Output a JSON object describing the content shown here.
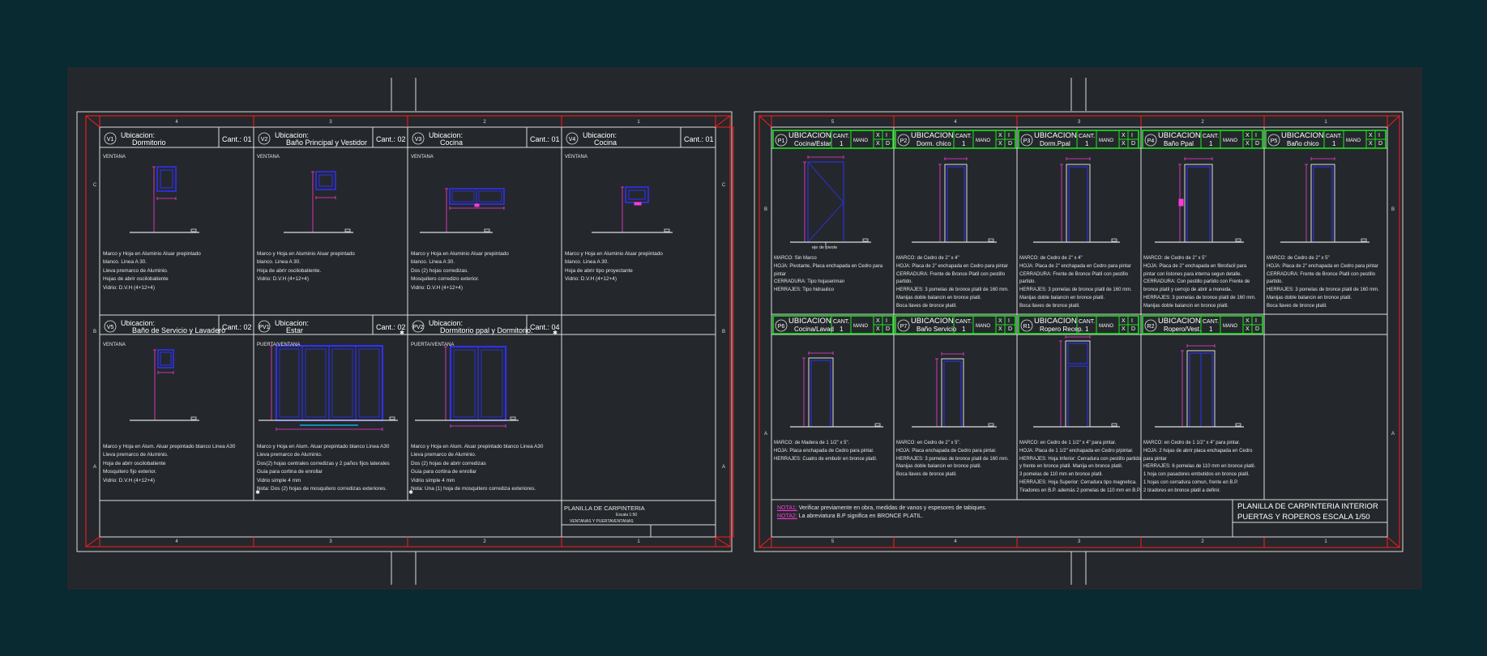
{
  "left_sheet": {
    "grid_cols": [
      "4",
      "3",
      "2",
      "1"
    ],
    "grid_rows": [
      "C",
      "B",
      "A"
    ],
    "windows": [
      {
        "tag": "V1",
        "ubic_label": "Ubicacion:",
        "ubic": "Dormitorio",
        "cant": "Cant.: 01",
        "type": "VENTANA",
        "notes": [
          "Marco y Hoja en Aluminio Aluar prepintado",
          "blanco. Linea A 30.",
          "Lleva premarco de Aluminio.",
          "Hojas de abrir oscilobatiente",
          "Vidrio: D.V.H (4+12+4)"
        ]
      },
      {
        "tag": "V2",
        "ubic_label": "Ubicacion:",
        "ubic": "Baño Principal y Vestidor",
        "cant": "Cant.: 02",
        "type": "VENTANA",
        "notes": [
          "Marco y Hoja en Aluminio Aluar prepintado",
          "blanco. Linea A 30.",
          "Hoja de abrir oscilobatiente.",
          "Vidrio: D.V.H (4+12+4)"
        ]
      },
      {
        "tag": "V3",
        "ubic_label": "Ubicacion:",
        "ubic": "Cocina",
        "cant": "Cant.: 01",
        "type": "VENTANA",
        "notes": [
          "Marco y Hoja en Aluminio Aluar prepintado",
          "blanco. Linea A 30.",
          "Dos (2) hojas corredizas.",
          "Mosquitero corredizo exterior.",
          "Vidrio: D.V.H (4+12+4)"
        ]
      },
      {
        "tag": "V4",
        "ubic_label": "Ubicacion:",
        "ubic": "Cocina",
        "cant": "Cant.: 01",
        "type": "VENTANA",
        "notes": [
          "Marco y Hoja en Aluminio Aluar prepintado",
          "blanco. Linea A 30.",
          "Hoja de abrir tipo proyectante",
          "Vidrio: D.V.H (4+12+4)"
        ]
      },
      {
        "tag": "V5",
        "ubic_label": "Ubicacion:",
        "ubic": "Baño de Servicio y Lavadero",
        "cant": "Cant.: 02",
        "type": "VENTANA",
        "notes": [
          "Marco y Hoja en Alum. Aluar prepintado blanco Linea A30",
          "Lleva premarco de Aluminio.",
          "Hoja de abrir oscilobatiente",
          "Mosquitero fijo exterior.",
          "Vidrio: D.V.H (4+12+4)"
        ]
      },
      {
        "tag": "PV1",
        "ubic_label": "Ubicacion:",
        "ubic": "Estar",
        "cant": "Cant.: 02",
        "type": "PUERTA/VENTANA",
        "notes": [
          "Marco y Hoja en Alum. Aluar prepintado blanco Linea A30",
          "Lleva premarco de Aluminio.",
          "Dos(2) hojas centrales corredizas y 2 paños fijos laterales",
          "Guia para cortina de enrollar",
          "Vidrio simple 4 mm",
          "Nota: Dos (2) hojas de mosquitero corredizas exteriores."
        ]
      },
      {
        "tag": "PV2",
        "ubic_label": "Ubicacion:",
        "ubic": "Dormitorio ppal y Dormitorio.",
        "cant": "Cant.: 04",
        "type": "PUERTA/VENTANA",
        "notes": [
          "Marco y Hoja en Alum. Aluar prepintado blanco Linea A30",
          "Lleva premarco de Aluminio.",
          "Dos (2) hojas de abrir corredizas",
          "Guia para cortina de enrollar",
          "Vidrio simple 4 mm",
          "Nota: Una (1) hoja de mosquitero corrediza exteriores."
        ]
      }
    ],
    "title": {
      "line1": "PLANILLA DE CARPINTERIA",
      "line2": "Escala 1:50",
      "line3": "VENTANAS Y PUERTAVENTANAS"
    }
  },
  "right_sheet": {
    "grid_cols": [
      "5",
      "4",
      "3",
      "2",
      "1"
    ],
    "grid_rows": [
      "B",
      "A"
    ],
    "col_labels": {
      "ubic": "UBICACION",
      "cant": "CANT.",
      "mano": "MANO",
      "x": "X",
      "i": "I",
      "d": "D"
    },
    "doors": [
      {
        "tag": "P1",
        "ubic": "Cocina/Estar",
        "cant": "1",
        "notes": [
          "MARCO: Sin Marco",
          "HOJA: Pivotante, Placa enchapada en Cedro para",
          "         pintar",
          "CERRADURA: Tipo hojaseriman",
          "HERRAJES: Tipo hidraulico"
        ],
        "caption": "eje de pivote"
      },
      {
        "tag": "P2",
        "ubic": "Dorm. chico",
        "cant": "1",
        "notes": [
          "MARCO: de Cedro de 2\" x 4\"",
          "HOJA: Placa de 2\" enchapada en Cedro para pintar",
          "CERRADURA: Frente de Bronce Platil con pestillo",
          "         partido.",
          "HERRAJES: 3 pomelas de bronce platil de 160 mm.",
          "Manijas doble balancin en bronce platil.",
          "Boca llaves de bronce platil."
        ]
      },
      {
        "tag": "P3",
        "ubic": "Dorm.Ppal",
        "cant": "1",
        "notes": [
          "MARCO: de Cedro de 2\" x 4\"",
          "HOJA: Placa de 2\" enchapada en Cedro para pintar",
          "CERRADURA: Frente de Bronce Platil con pestillo",
          "         partido.",
          "HERRAJES: 3 pomelas de bronce platil de 160 mm.",
          "Manijas doble balancin en bronce platil.",
          "Boca llaves de bronce platil."
        ]
      },
      {
        "tag": "P4",
        "ubic": "Baño Ppal",
        "cant": "1",
        "notes": [
          "MARCO: de Cedro de 2\" x 5\"",
          "HOJA: Placa de 2\" enchapada en fibrofacil para",
          "pintar con listones para interna segun detalle.",
          "CERRADURA: Con pestillo partido con Frente de",
          "         bronce platil y cerrojo de abrir a moneda.",
          "HERRAJES: 3 pomelas de bronce platil de 160 mm.",
          "Manijas doble balancin en bronce platil."
        ]
      },
      {
        "tag": "P5",
        "ubic": "Baño chico",
        "cant": "1",
        "notes": [
          "MARCO: de Cedro de 2\" x 5\"",
          "HOJA: Placa de 2\" enchapada en Cedro para pintar",
          "CERRADURA: Frente de Bronce Platil con pestillo",
          "         partido.",
          "HERRAJES: 3 pomelas de bronce platil de 160 mm.",
          "Manijas doble balancin en bronce platil.",
          "Boca llaves de bronce platil."
        ]
      },
      {
        "tag": "P6",
        "ubic": "Cocina/Lavad",
        "cant": "1",
        "notes": [
          "MARCO: de Madera de 1 1/2\" x 5\".",
          "HOJA: Placa enchapada de Cedro para pintar.",
          "HERRAJES: Cuatro de embutir en bronce platil."
        ]
      },
      {
        "tag": "P7",
        "ubic": "Baño Servicio",
        "cant": "1",
        "notes": [
          "MARCO: en Cedro de 2\" x 5\".",
          "HOJA: Placa enchapada de Cedro para pintar.",
          "HERRAJES: 3 pomelas de bronce platil de 160 mm.",
          "Manijas doble balancin en bronce platil.",
          "Boca llaves de bronce platil."
        ]
      },
      {
        "tag": "R1",
        "ubic": "Ropero Recep.",
        "cant": "1",
        "notes": [
          "MARCO: en Cedro de 1 1/2\" x 4\" para pintar.",
          "HOJA: Placa de 1 1/2\" enchapada en Cedro p/pintar.",
          "HERRAJES: Hoja Inferior: Cerradura con pestillo partido",
          "y frente en bronce platil. Manija en bronce platil.",
          "3 pomelas de 110 mm en bronce platil.",
          "HERRAJES: Hoja Superior: Cerradura tipo magnetica.",
          "Tiradores en B.P. además 2 pomelas de 110 mm en B.P."
        ]
      },
      {
        "tag": "R2",
        "ubic": "Ropero/Vest.",
        "cant": "1",
        "notes": [
          "MARCO: en Cedro de 1 1/2\" x 4\" para pintar.",
          "HOJA: 2 hojas de abrir placa enchapada en Cedro",
          "         para pintar",
          "HERRAJES: 6 pomelas de 110 mm en bronce platil.",
          "1 hoja con pasadores embutidos en bronce platil.",
          "1 hojas con cerradura comun, frente en B.P.",
          "2 tiradores en bronce platil a definir."
        ]
      }
    ],
    "nota1_label": "NOTA1:",
    "nota1": "Verificar previamente en obra, medidas de vanos y espesores de tabiques.",
    "nota2_label": "NOTA2:",
    "nota2": "La abreviatura B.P significa en BRONCE PLATIL.",
    "title": {
      "line1": "PLANILLA DE CARPINTERIA INTERIOR",
      "line2": "PUERTAS Y ROPEROS ESCALA 1/50"
    }
  },
  "colors": {
    "background": "#082a30",
    "model_space": "#24282c",
    "border": "#ff1a1a",
    "window": "#3030ff",
    "dim": "#ff3ad8",
    "header_green": "#1ee81e"
  }
}
